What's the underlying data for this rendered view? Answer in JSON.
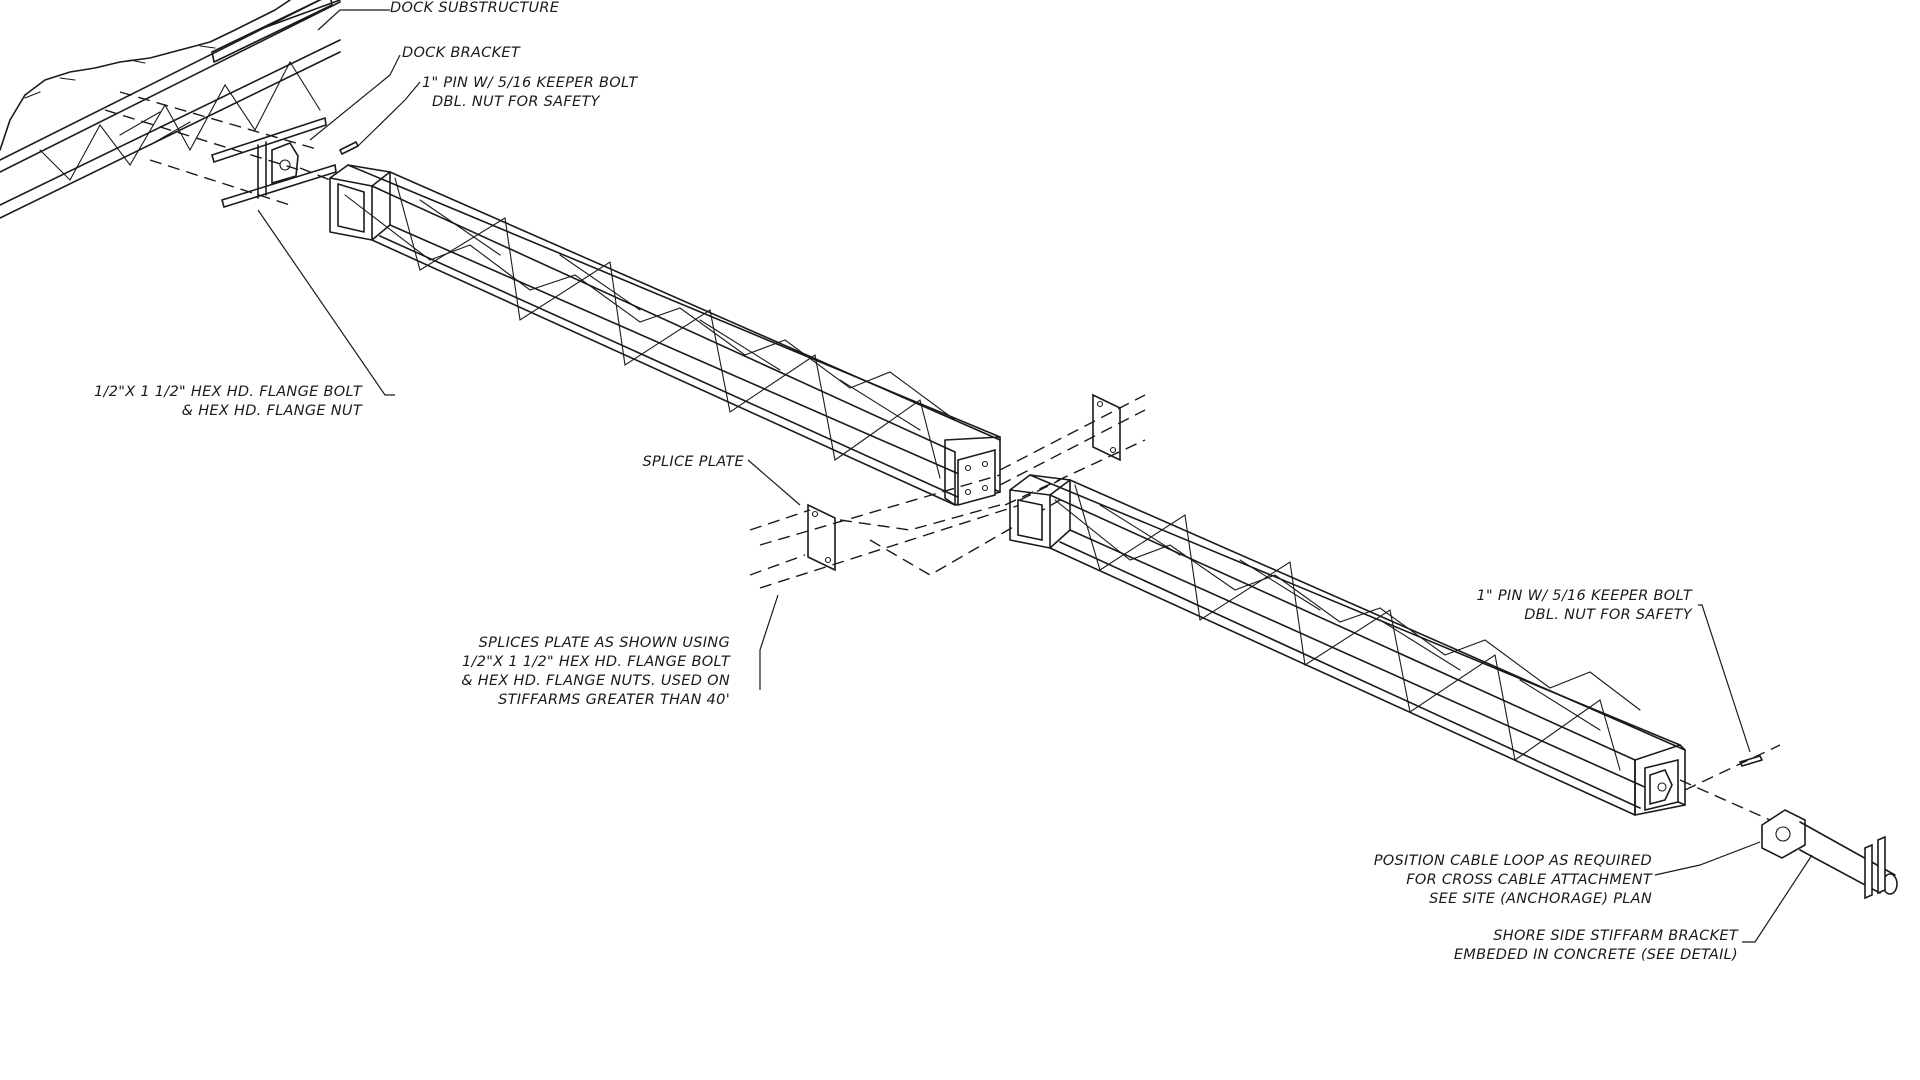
{
  "labels": {
    "dock_substructure": "DOCK SUBSTRUCTURE",
    "dock_bracket": "DOCK BRACKET",
    "pin_top_1": "1\" PIN W/ 5/16 KEEPER BOLT",
    "pin_top_2": "DBL. NUT FOR SAFETY",
    "flange_bolt_1": "1/2\"X 1 1/2\" HEX HD. FLANGE BOLT",
    "flange_bolt_2": "& HEX HD. FLANGE NUT",
    "splice_plate": "SPLICE PLATE",
    "splices_1": "SPLICES PLATE AS SHOWN USING",
    "splices_2": "1/2\"X 1 1/2\" HEX HD. FLANGE BOLT",
    "splices_3": "& HEX HD. FLANGE NUTS. USED ON",
    "splices_4": "STIFFARMS GREATER THAN 40'",
    "pin_right_1": "1\" PIN W/ 5/16 KEEPER BOLT",
    "pin_right_2": "DBL. NUT FOR SAFETY",
    "cable_1": "POSITION CABLE LOOP AS REQUIRED",
    "cable_2": "FOR CROSS CABLE ATTACHMENT",
    "cable_3": "SEE SITE (ANCHORAGE) PLAN",
    "shore_1": "SHORE SIDE STIFFARM BRACKET",
    "shore_2": "EMBEDED IN CONCRETE (SEE DETAIL)"
  }
}
